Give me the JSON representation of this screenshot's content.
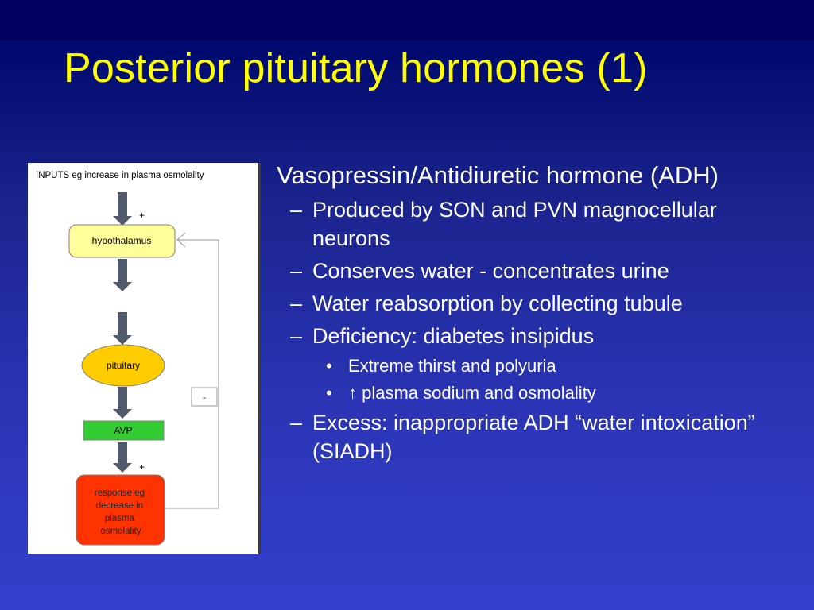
{
  "slide": {
    "title": "Posterior pituitary hormones (1)"
  },
  "diagram": {
    "inputs_label": "INPUTS eg increase in plasma osmolality",
    "plus_top": "+",
    "hypothalamus": "hypothalamus",
    "pituitary": "pituitary",
    "avp": "AVP",
    "plus_bottom": "+",
    "response_lines": [
      "response eg",
      "decrease in",
      "plasma",
      "osmolality"
    ],
    "feedback_sign": "-",
    "colors": {
      "hypothalamus_fill": "#ffff99",
      "pituitary_fill": "#ffcc00",
      "avp_fill": "#33cc33",
      "response_fill": "#ff3300"
    }
  },
  "content": {
    "heading": "Vasopressin/Antidiuretic hormone (ADH)",
    "dash": "–",
    "bullet": "•",
    "items": [
      "Produced by SON and PVN magnocellular neurons",
      "Conserves water - concentrates urine",
      " Water reabsorption by collecting tubule",
      "Deficiency: diabetes insipidus"
    ],
    "subitems": [
      "Extreme thirst and polyuria",
      "↑ plasma sodium and osmolality"
    ],
    "last_item": "Excess: inappropriate ADH “water intoxication” (SIADH)"
  }
}
